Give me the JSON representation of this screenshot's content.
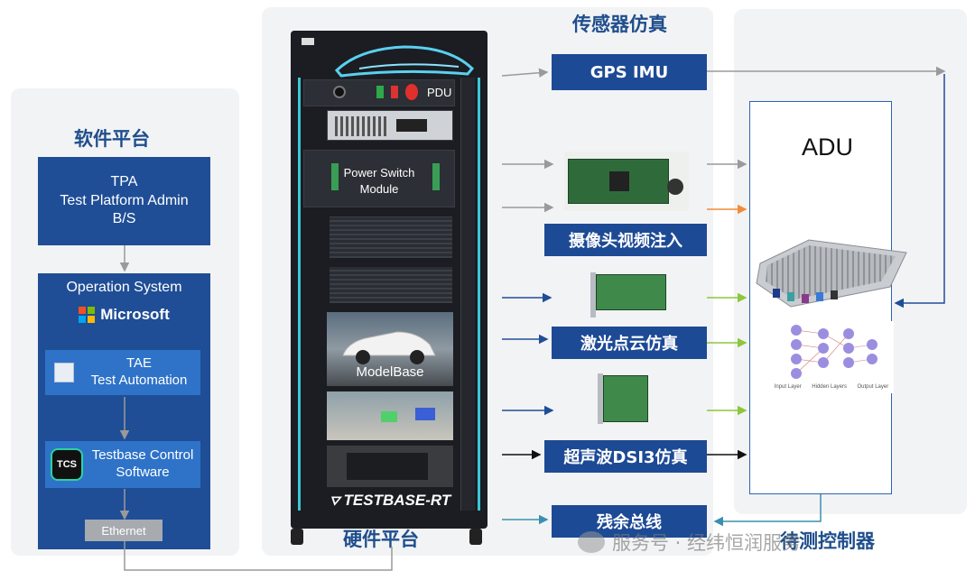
{
  "sections": {
    "software": "软件平台",
    "sensor": "传感器仿真",
    "hardware": "硬件平台",
    "dut": "待测控制器"
  },
  "software": {
    "tpa": [
      "TPA",
      "Test Platform Admin",
      "B/S"
    ],
    "os_title": "Operation System",
    "microsoft": "Microsoft",
    "tae": [
      "TAE",
      "Test Automation"
    ],
    "tcs_logo": "TCS",
    "tcs": [
      "Testbase Control",
      "Software"
    ],
    "ethernet": "Ethernet"
  },
  "rack": {
    "pdu": "PDU",
    "power_switch": [
      "Power Switch",
      "Module"
    ],
    "modelbase": "ModelBase",
    "brand": "TESTBASE-RT"
  },
  "sensor_blocks": {
    "gps": "GPS IMU",
    "camera": "摄像头视频注入",
    "lidar": "激光点云仿真",
    "ultrasonic": "超声波DSI3仿真",
    "residual": "残余总线"
  },
  "dut": {
    "adu": "ADU"
  },
  "nn": {
    "input": "Input Layer",
    "hidden": "Hidden Layers",
    "output": "Output Layer"
  },
  "watermark": "服务号 · 经纬恒润服务",
  "colors": {
    "title": "#1f4e8c",
    "block": "#1d4a95",
    "inner": "#2f73c8",
    "arrow_gray": "#9a9a9a",
    "arrow_blue": "#1f4e96",
    "arrow_green": "#8dc63f",
    "arrow_orange": "#f28c38"
  }
}
